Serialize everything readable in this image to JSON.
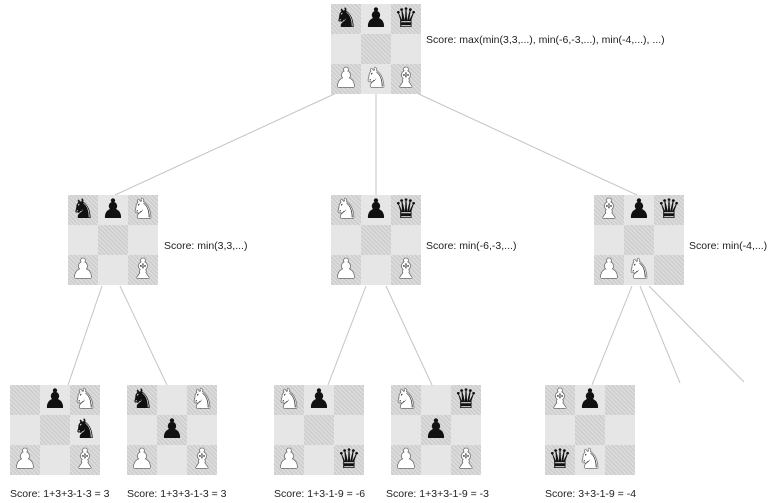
{
  "colors": {
    "edge": "#c4c4c4",
    "light_square": "#e6e6e6",
    "dark_square": "#cfcfcf"
  },
  "piece_glyphs": {
    "wN": "♞",
    "wB": "♝",
    "wQ": "♛",
    "wP": "♟",
    "bN": "♞",
    "bB": "♝",
    "bQ": "♛",
    "bP": "♟"
  },
  "nodes": [
    {
      "id": "root",
      "board": [
        [
          "bN",
          "bP",
          "bQ"
        ],
        [
          "",
          "",
          ""
        ],
        [
          "wP",
          "wN",
          "wB"
        ]
      ],
      "score": "Score: max(min(3,3,...), min(-6,-3,...), min(-4,...), ...)"
    },
    {
      "id": "a",
      "board": [
        [
          "bN",
          "bP",
          "wN"
        ],
        [
          "",
          "",
          ""
        ],
        [
          "wP",
          "",
          "wB"
        ]
      ],
      "score": "Score: min(3,3,...)"
    },
    {
      "id": "b",
      "board": [
        [
          "wN",
          "bP",
          "bQ"
        ],
        [
          "",
          "",
          ""
        ],
        [
          "wP",
          "",
          "wB"
        ]
      ],
      "score": "Score: min(-6,-3,...)"
    },
    {
      "id": "c",
      "board": [
        [
          "wB",
          "bP",
          "bQ"
        ],
        [
          "",
          "",
          ""
        ],
        [
          "wP",
          "wN",
          ""
        ]
      ],
      "score": "Score: min(-4,...)"
    },
    {
      "id": "a1",
      "board": [
        [
          "",
          "bP",
          "wN"
        ],
        [
          "",
          "",
          "bN"
        ],
        [
          "wP",
          "",
          "wB"
        ]
      ],
      "score": "Score: 1+3+3-1-3 = 3"
    },
    {
      "id": "a2",
      "board": [
        [
          "bN",
          "",
          "wN"
        ],
        [
          "",
          "bP",
          ""
        ],
        [
          "wP",
          "",
          "wB"
        ]
      ],
      "score": "Score: 1+3+3-1-3 = 3"
    },
    {
      "id": "b1",
      "board": [
        [
          "wN",
          "bP",
          ""
        ],
        [
          "",
          "",
          ""
        ],
        [
          "wP",
          "",
          "bQ"
        ]
      ],
      "score": "Score: 1+3-1-9 = -6"
    },
    {
      "id": "b2",
      "board": [
        [
          "wN",
          "",
          "bQ"
        ],
        [
          "",
          "bP",
          ""
        ],
        [
          "wP",
          "",
          "wB"
        ]
      ],
      "score": "Score: 1+3+3-1-9 = -3"
    },
    {
      "id": "c1",
      "board": [
        [
          "wB",
          "bP",
          ""
        ],
        [
          "",
          "",
          ""
        ],
        [
          "bQ",
          "wN",
          ""
        ]
      ],
      "score": "Score: 3+3-1-9 = -4"
    }
  ]
}
